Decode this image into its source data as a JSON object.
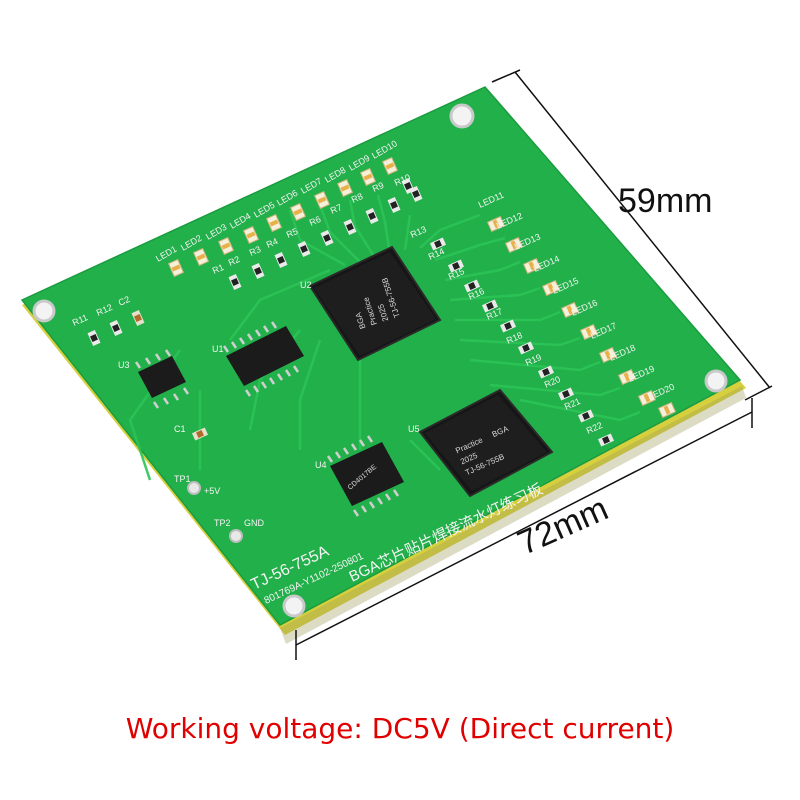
{
  "dimensions": {
    "height": "59mm",
    "width": "72mm"
  },
  "caption": "Working voltage: DC5V (Direct current)",
  "board": {
    "model": "TJ-56-755A",
    "serial": "801769A-Y1102-250801",
    "title_cn": "BGA芯片贴片焊接流水灯练习板",
    "tp1": "TP1",
    "tp1_net": "+5V",
    "tp2": "TP2",
    "tp2_net": "GND",
    "ref_u1": "U1",
    "ref_u2": "U2",
    "ref_u3": "U3",
    "ref_u4": "U4",
    "ref_u5": "U5",
    "ref_c1": "C1",
    "ref_c2": "C2",
    "ref_r11": "R11",
    "ref_r12": "R12",
    "u4_marking": "CD4017BE",
    "colors": {
      "pcb": "#1fb24a",
      "pcb_edge": "#d8d23a",
      "chip": "#1a1a1a"
    }
  },
  "bga_u2": {
    "brand": "BGA",
    "line1": "Practice",
    "line2": "2025",
    "line3": "TJ-56-755B"
  },
  "bga_u5": {
    "line1": "Practice",
    "brand": "BGA",
    "line2": "2025",
    "line3": "TJ-56-755B"
  },
  "leds_top": [
    "LED1",
    "LED2",
    "LED3",
    "LED4",
    "LED5",
    "LED6",
    "LED7",
    "LED8",
    "LED9",
    "LED10"
  ],
  "resistors_top": [
    "R1",
    "R2",
    "R3",
    "R4",
    "R5",
    "R6",
    "R7",
    "R8",
    "R9",
    "R10"
  ],
  "leds_right": [
    "LED11",
    "LED12",
    "LED13",
    "LED14",
    "LED15",
    "LED16",
    "LED17",
    "LED18",
    "LED19",
    "LED20"
  ],
  "resistors_right": [
    "R13",
    "R14",
    "R15",
    "R16",
    "R17",
    "R18",
    "R19",
    "R20",
    "R21",
    "R22"
  ]
}
